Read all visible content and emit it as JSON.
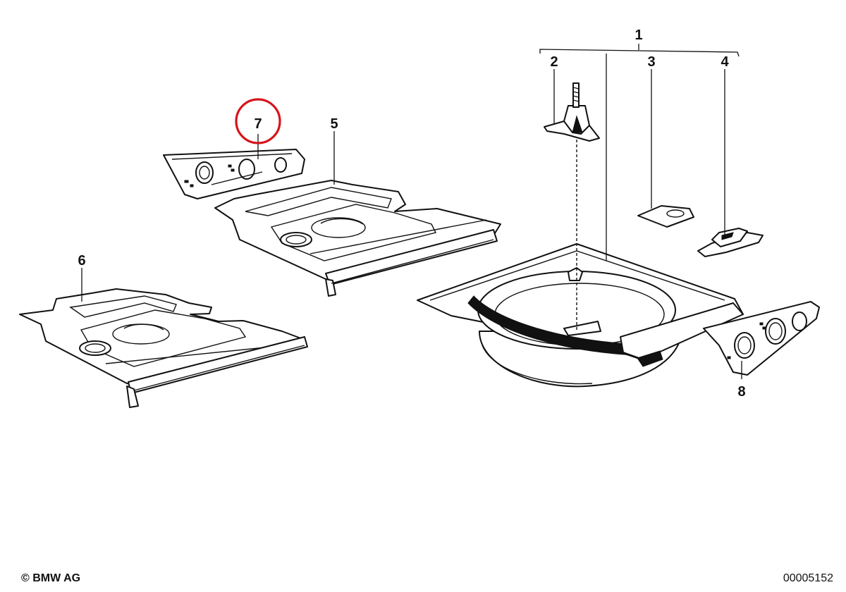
{
  "callouts": {
    "c1": "1",
    "c2": "2",
    "c3": "3",
    "c4": "4",
    "c5": "5",
    "c6": "6",
    "c7": "7",
    "c8": "8"
  },
  "highlighted_callout": "7",
  "highlight_color": "#d7141a",
  "footer": {
    "copyright": "© BMW AG",
    "diagram_id": "00005152"
  }
}
